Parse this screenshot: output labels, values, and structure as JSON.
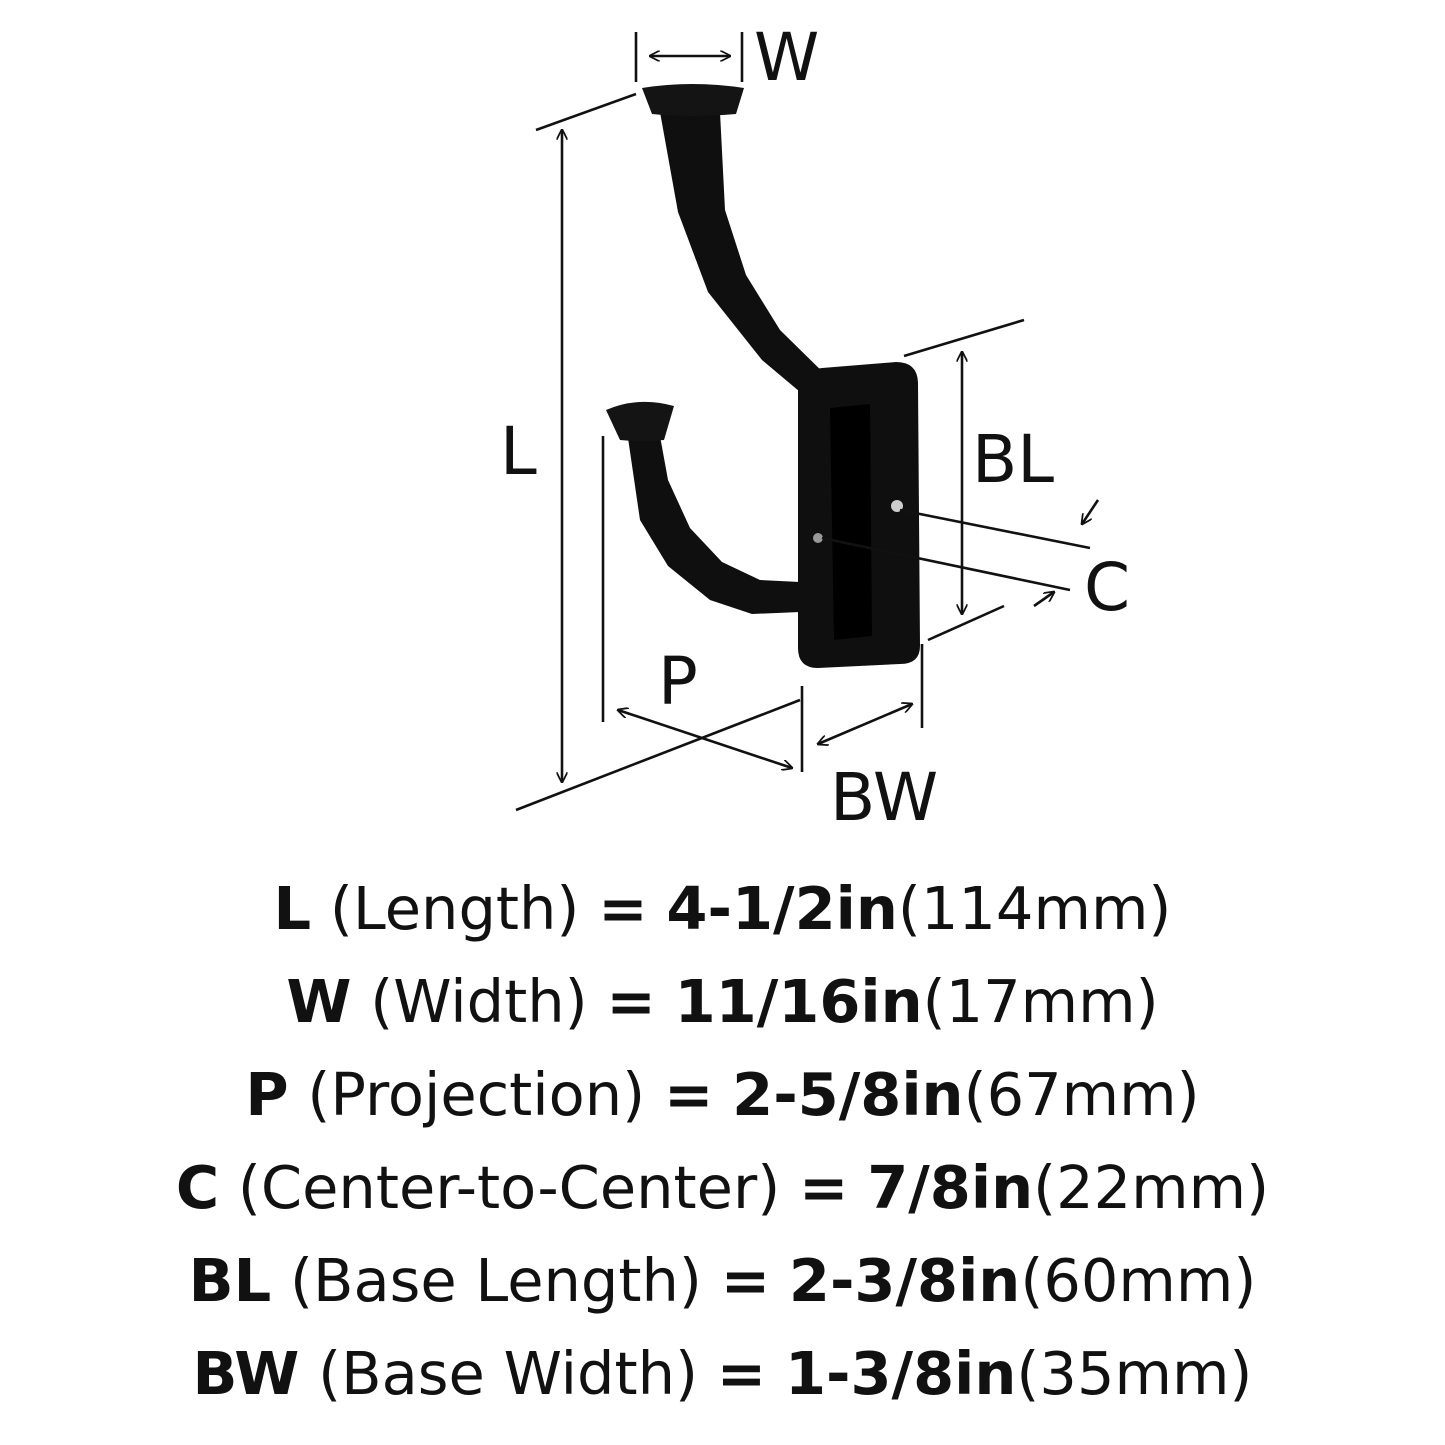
{
  "diagram": {
    "labels": {
      "w": "W",
      "l": "L",
      "bl": "BL",
      "c": "C",
      "p": "P",
      "bw": "BW"
    },
    "colors": {
      "ink": "#111111",
      "hook": "#0f0f0f",
      "base_slot": "#000000"
    }
  },
  "specs": [
    {
      "abbr": "L",
      "name": "(Length)",
      "eq": "=",
      "imperial": "4-1/2in",
      "metric": "(114mm)"
    },
    {
      "abbr": "W",
      "name": "(Width)",
      "eq": "=",
      "imperial": "11/16in",
      "metric": "(17mm)"
    },
    {
      "abbr": "P",
      "name": "(Projection)",
      "eq": "=",
      "imperial": "2-5/8in",
      "metric": "(67mm)"
    },
    {
      "abbr": "C",
      "name": "(Center-to-Center)",
      "eq": "=",
      "imperial": "7/8in",
      "metric": "(22mm)"
    },
    {
      "abbr": "BL",
      "name": "(Base Length)",
      "eq": "=",
      "imperial": "2-3/8in",
      "metric": "(60mm)"
    },
    {
      "abbr": "BW",
      "name": "(Base Width)",
      "eq": "=",
      "imperial": "1-3/8in",
      "metric": "(35mm)"
    }
  ]
}
